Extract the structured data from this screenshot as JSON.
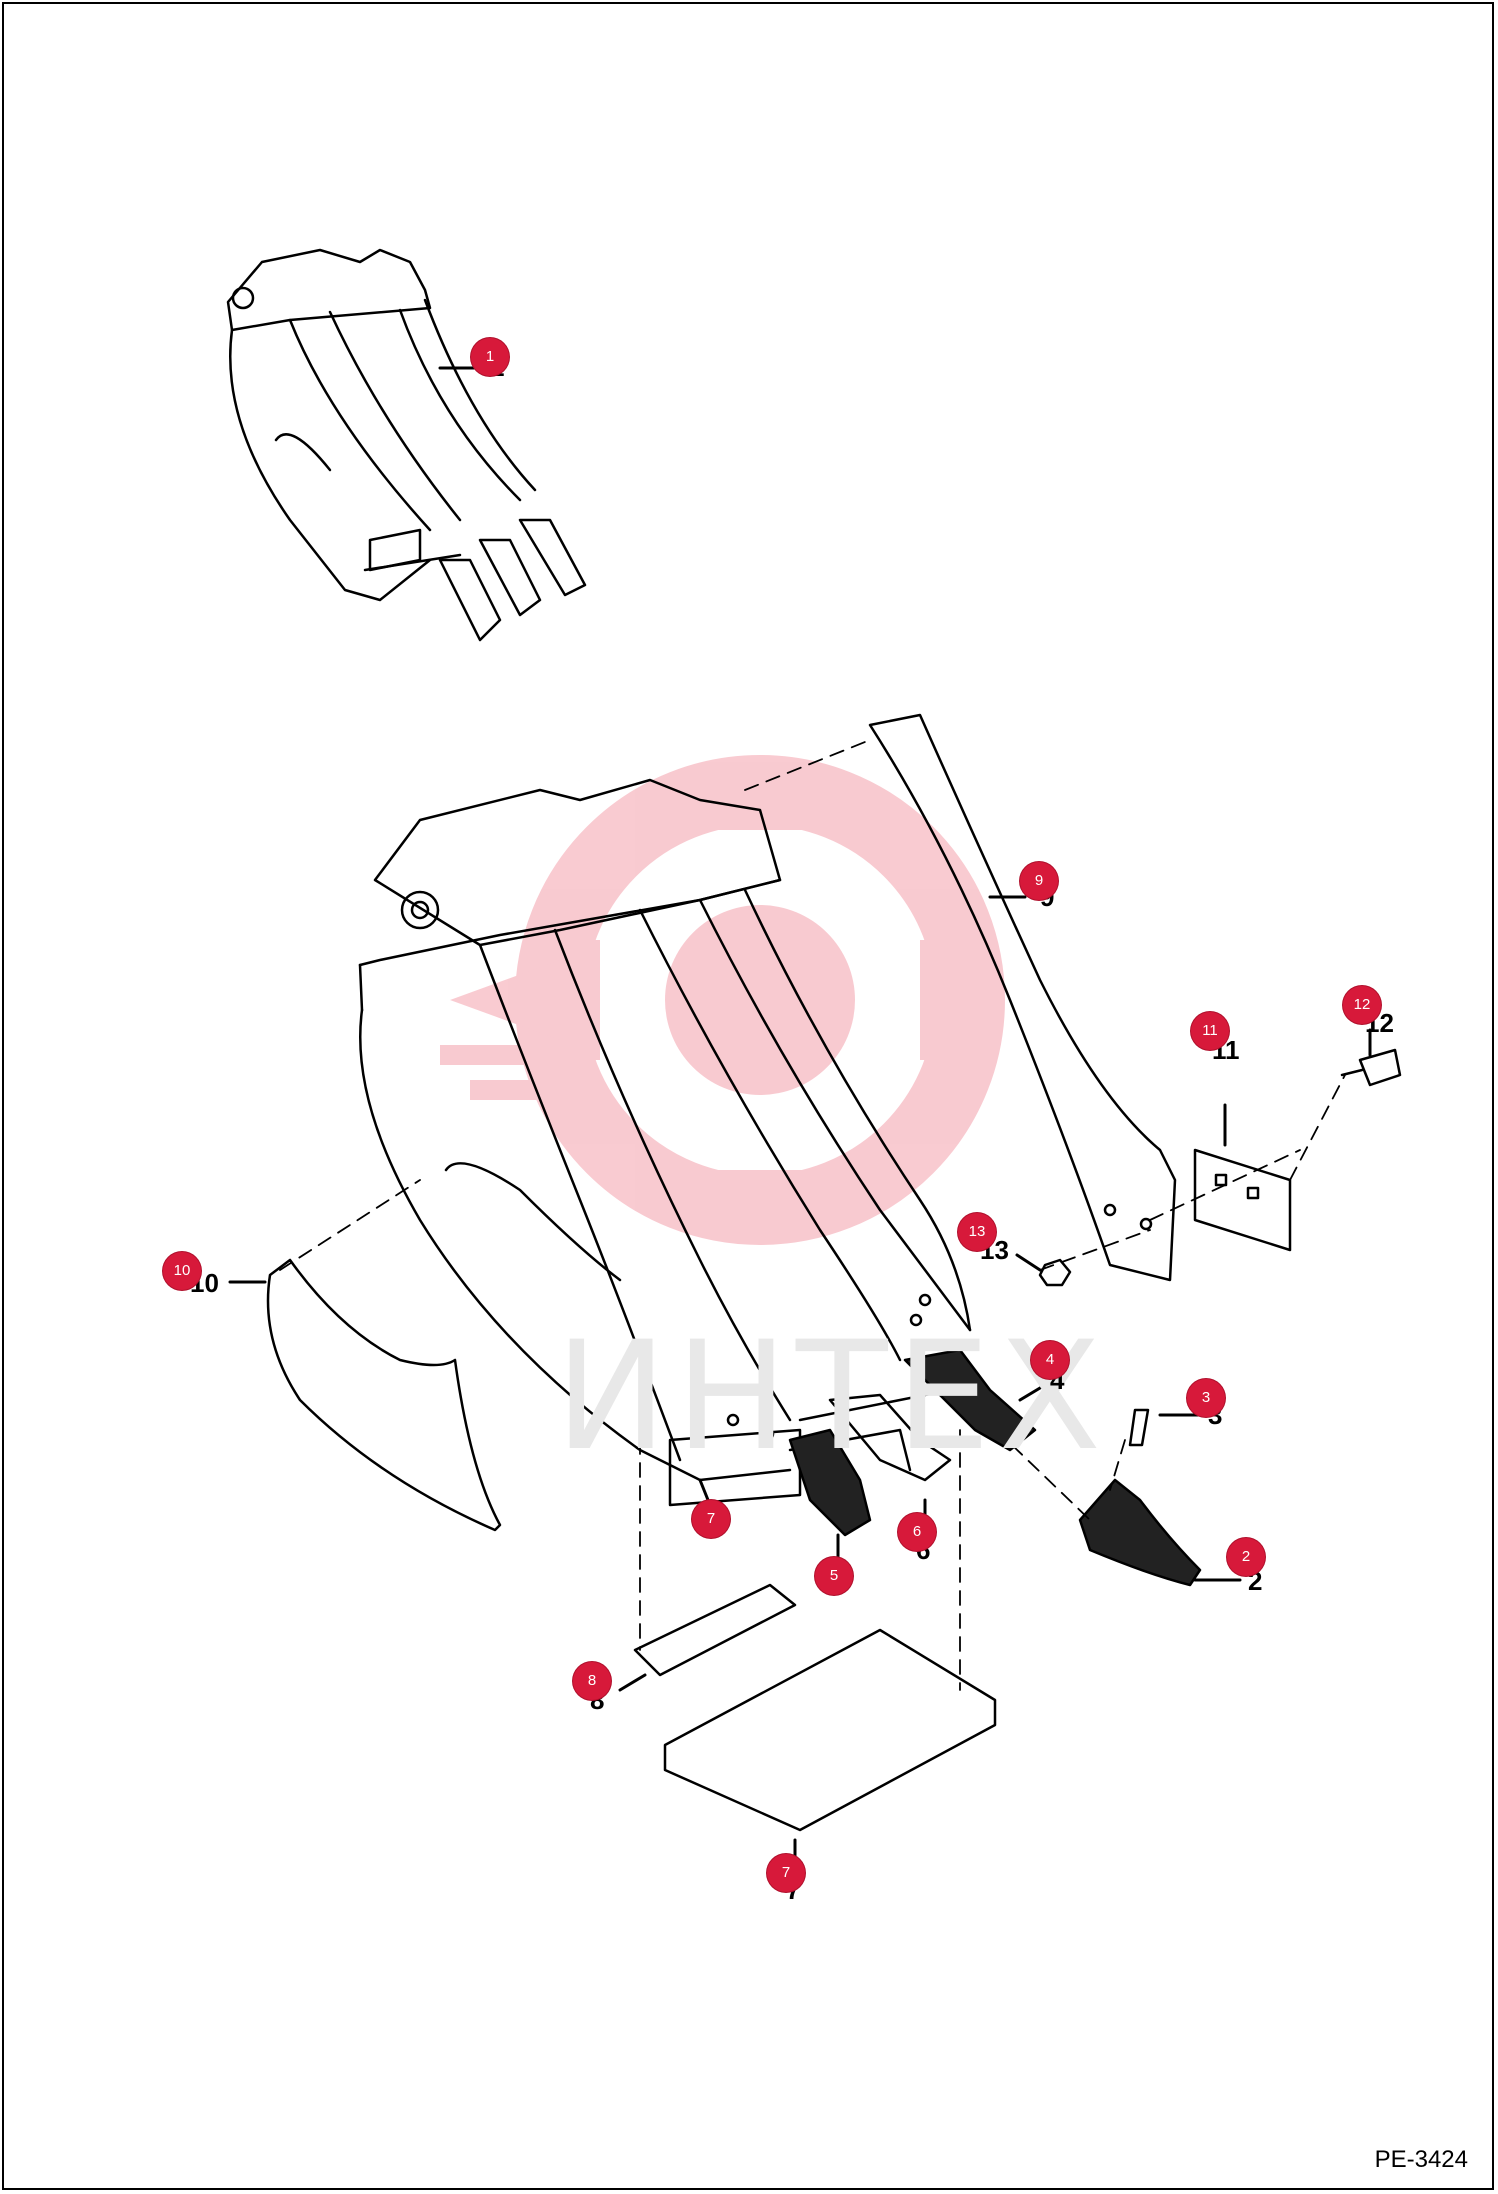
{
  "diagram": {
    "drawing_code": "PE-3424",
    "watermark_text": "ИНТЕХ",
    "colors": {
      "callout": "#d7193a",
      "line": "#000000",
      "watermark": "#f4c3c9"
    },
    "callouts": [
      {
        "id": "c1",
        "label": "1",
        "ref": "1"
      },
      {
        "id": "c2",
        "label": "2",
        "ref": "2"
      },
      {
        "id": "c3",
        "label": "3",
        "ref": "3"
      },
      {
        "id": "c4",
        "label": "4",
        "ref": "4"
      },
      {
        "id": "c5",
        "label": "5",
        "ref": "5"
      },
      {
        "id": "c6",
        "label": "6",
        "ref": "6"
      },
      {
        "id": "c7a",
        "label": "7",
        "ref": "7"
      },
      {
        "id": "c7b",
        "label": "7",
        "ref": "7"
      },
      {
        "id": "c8",
        "label": "8",
        "ref": "8"
      },
      {
        "id": "c9",
        "label": "9",
        "ref": "9"
      },
      {
        "id": "c10",
        "label": "10",
        "ref": "10"
      },
      {
        "id": "c11",
        "label": "11",
        "ref": "11"
      },
      {
        "id": "c12",
        "label": "12",
        "ref": "12"
      },
      {
        "id": "c13",
        "label": "13",
        "ref": "13"
      }
    ]
  }
}
